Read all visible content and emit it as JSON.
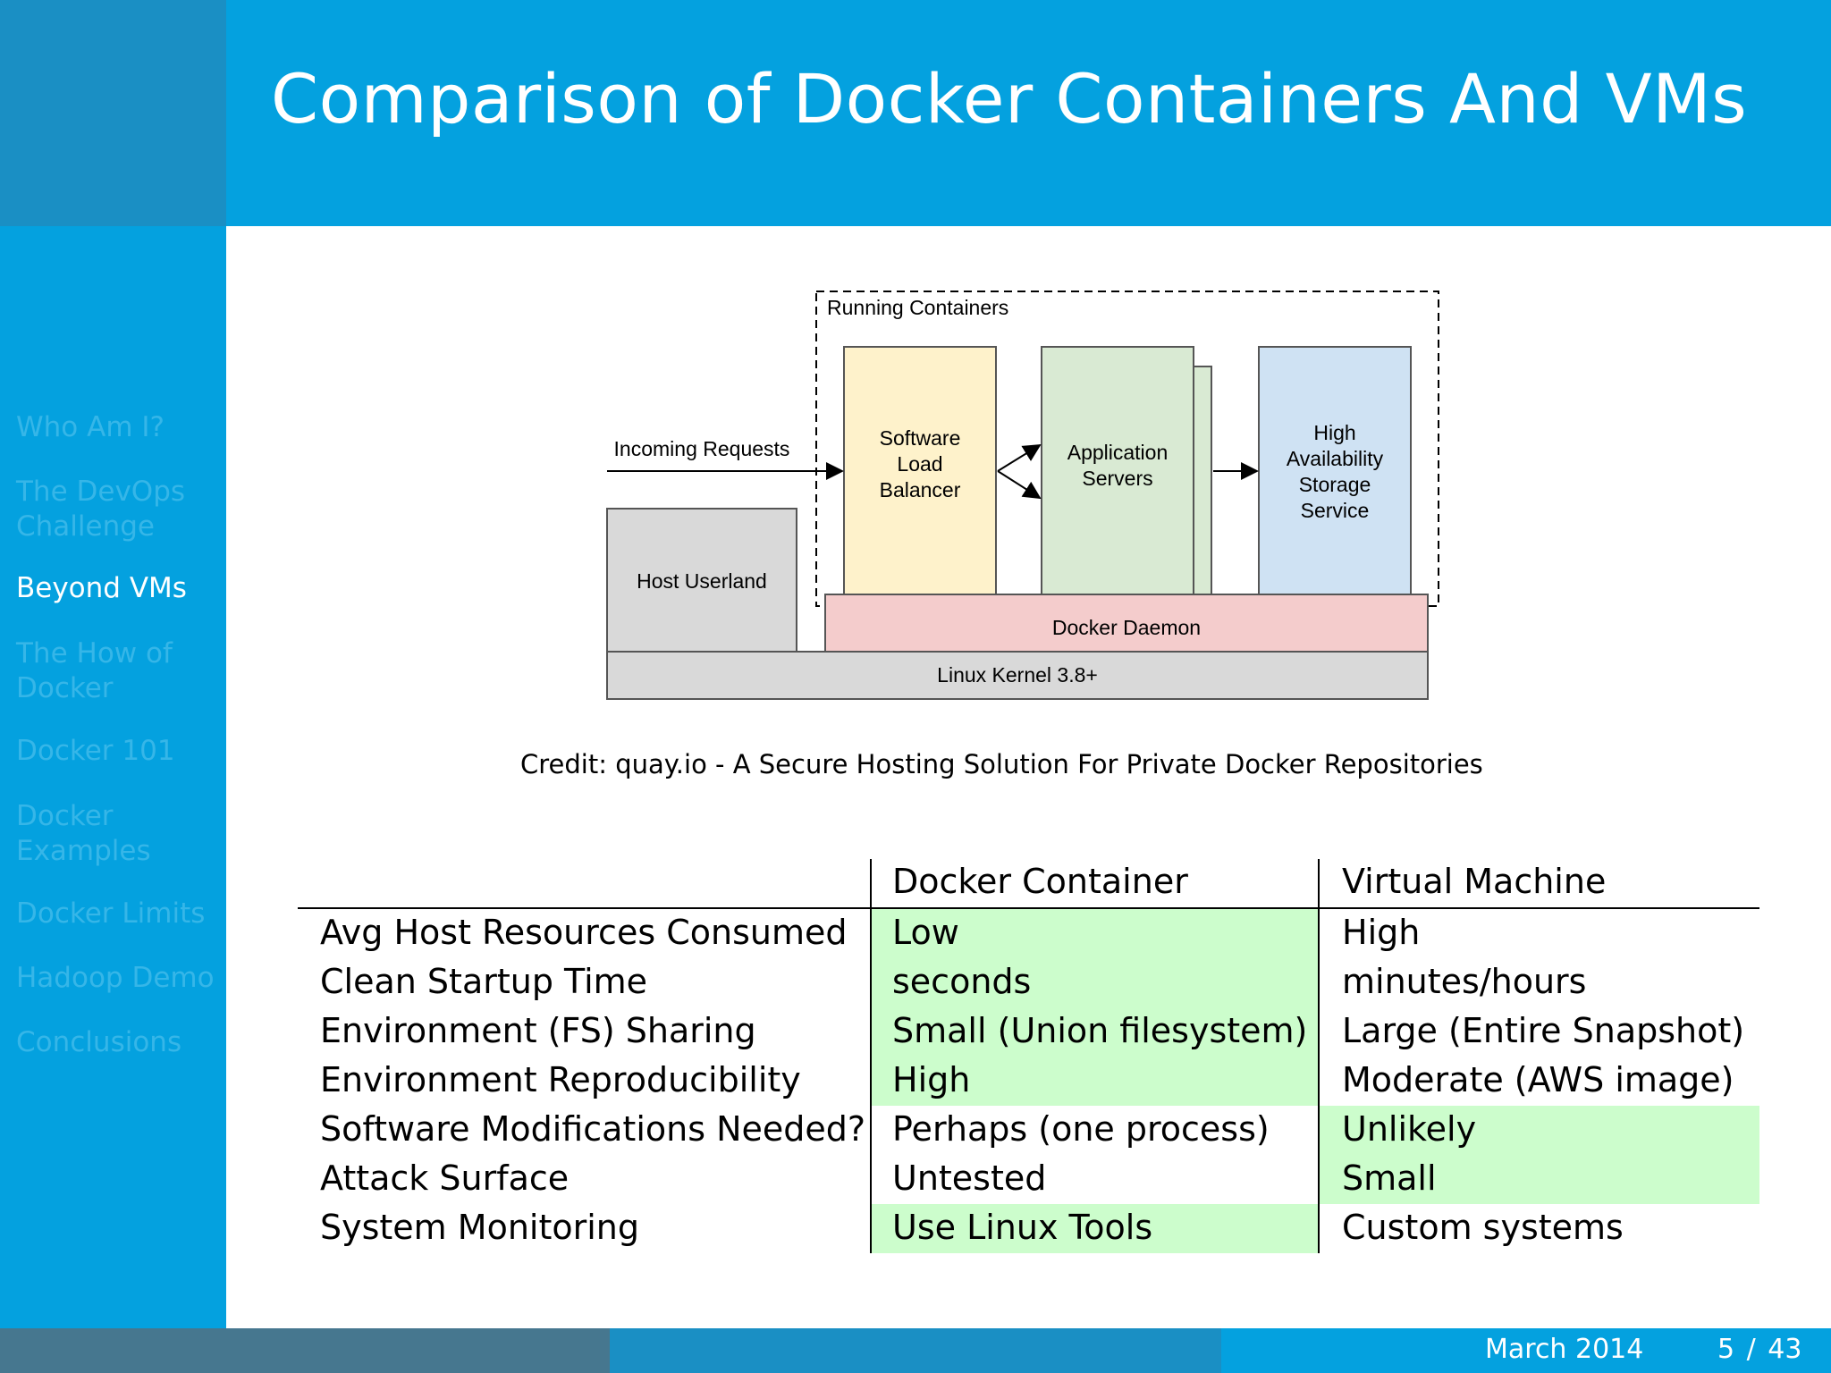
{
  "slide": {
    "title": "Comparison of Docker Containers And VMs"
  },
  "sidebar": {
    "items": [
      {
        "label": "Who Am I?",
        "active": false
      },
      {
        "label": "The DevOps Challenge",
        "active": false
      },
      {
        "label": "Beyond VMs",
        "active": true
      },
      {
        "label": "The How of Docker",
        "active": false
      },
      {
        "label": "Docker 101",
        "active": false
      },
      {
        "label": "Docker Examples",
        "active": false
      },
      {
        "label": "Docker Limits",
        "active": false
      },
      {
        "label": "Hadoop Demo",
        "active": false
      },
      {
        "label": "Conclusions",
        "active": false
      }
    ]
  },
  "diagram": {
    "running_containers": "Running Containers",
    "incoming_requests": "Incoming Requests",
    "load_balancer": [
      "Software",
      "Load",
      "Balancer"
    ],
    "app_servers": [
      "Application",
      "Servers"
    ],
    "storage": [
      "High",
      "Availability",
      "Storage",
      "Service"
    ],
    "host_userland": "Host Userland",
    "docker_daemon": "Docker Daemon",
    "linux_kernel": "Linux Kernel 3.8+",
    "colors": {
      "load_balancer": "#fef2cb",
      "app_servers": "#d9ead3",
      "storage": "#cfe2f3",
      "host": "#d9d9d9",
      "daemon": "#f4cccc",
      "kernel": "#d9d9d9"
    }
  },
  "credit": "Credit: quay.io - A Secure Hosting Solution For Private Docker Repositories",
  "table": {
    "headers": [
      "",
      "Docker Container",
      "Virtual Machine"
    ],
    "rows": [
      {
        "label": "Avg Host Resources Consumed",
        "docker": "Low",
        "vm": "High",
        "winner": "docker"
      },
      {
        "label": "Clean Startup Time",
        "docker": "seconds",
        "vm": "minutes/hours",
        "winner": "docker"
      },
      {
        "label": "Environment (FS) Sharing",
        "docker": "Small (Union filesystem)",
        "vm": "Large (Entire Snapshot)",
        "winner": "docker"
      },
      {
        "label": "Environment Reproducibility",
        "docker": "High",
        "vm": "Moderate (AWS image)",
        "winner": "docker"
      },
      {
        "label": "Software Modifications Needed?",
        "docker": "Perhaps (one process)",
        "vm": "Unlikely",
        "winner": "vm"
      },
      {
        "label": "Attack Surface",
        "docker": "Untested",
        "vm": "Small",
        "winner": "vm"
      },
      {
        "label": "System Monitoring",
        "docker": "Use Linux Tools",
        "vm": "Custom systems",
        "winner": "docker"
      }
    ],
    "highlight_color": "#ccfdcc"
  },
  "footer": {
    "date": "March 2014",
    "page": "5 / 43"
  }
}
